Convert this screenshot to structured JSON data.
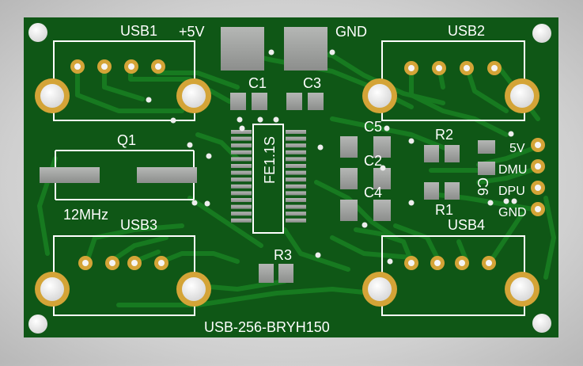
{
  "board": {
    "part_number": "USB-256-BRYH150"
  },
  "labels": {
    "usb1": "USB1",
    "usb2": "USB2",
    "usb3": "USB3",
    "usb4": "USB4",
    "plus5v": "+5V",
    "gnd_top": "GND",
    "c1": "C1",
    "c2": "C2",
    "c3": "C3",
    "c4": "C4",
    "c5": "C5",
    "c6": "C6",
    "q1": "Q1",
    "r1": "R1",
    "r2": "R2",
    "r3": "R3",
    "crystal": "12MHz",
    "ic": "FE1.1S"
  },
  "header_pins": [
    "5V",
    "DMU",
    "DPU",
    "GND"
  ],
  "colors": {
    "board": "#0f5716",
    "trace": "#17761f",
    "silkscreen": "#ffffff",
    "copper": "#d4a437",
    "pad": "#9ea09e",
    "hole": "#f5f5f5"
  }
}
